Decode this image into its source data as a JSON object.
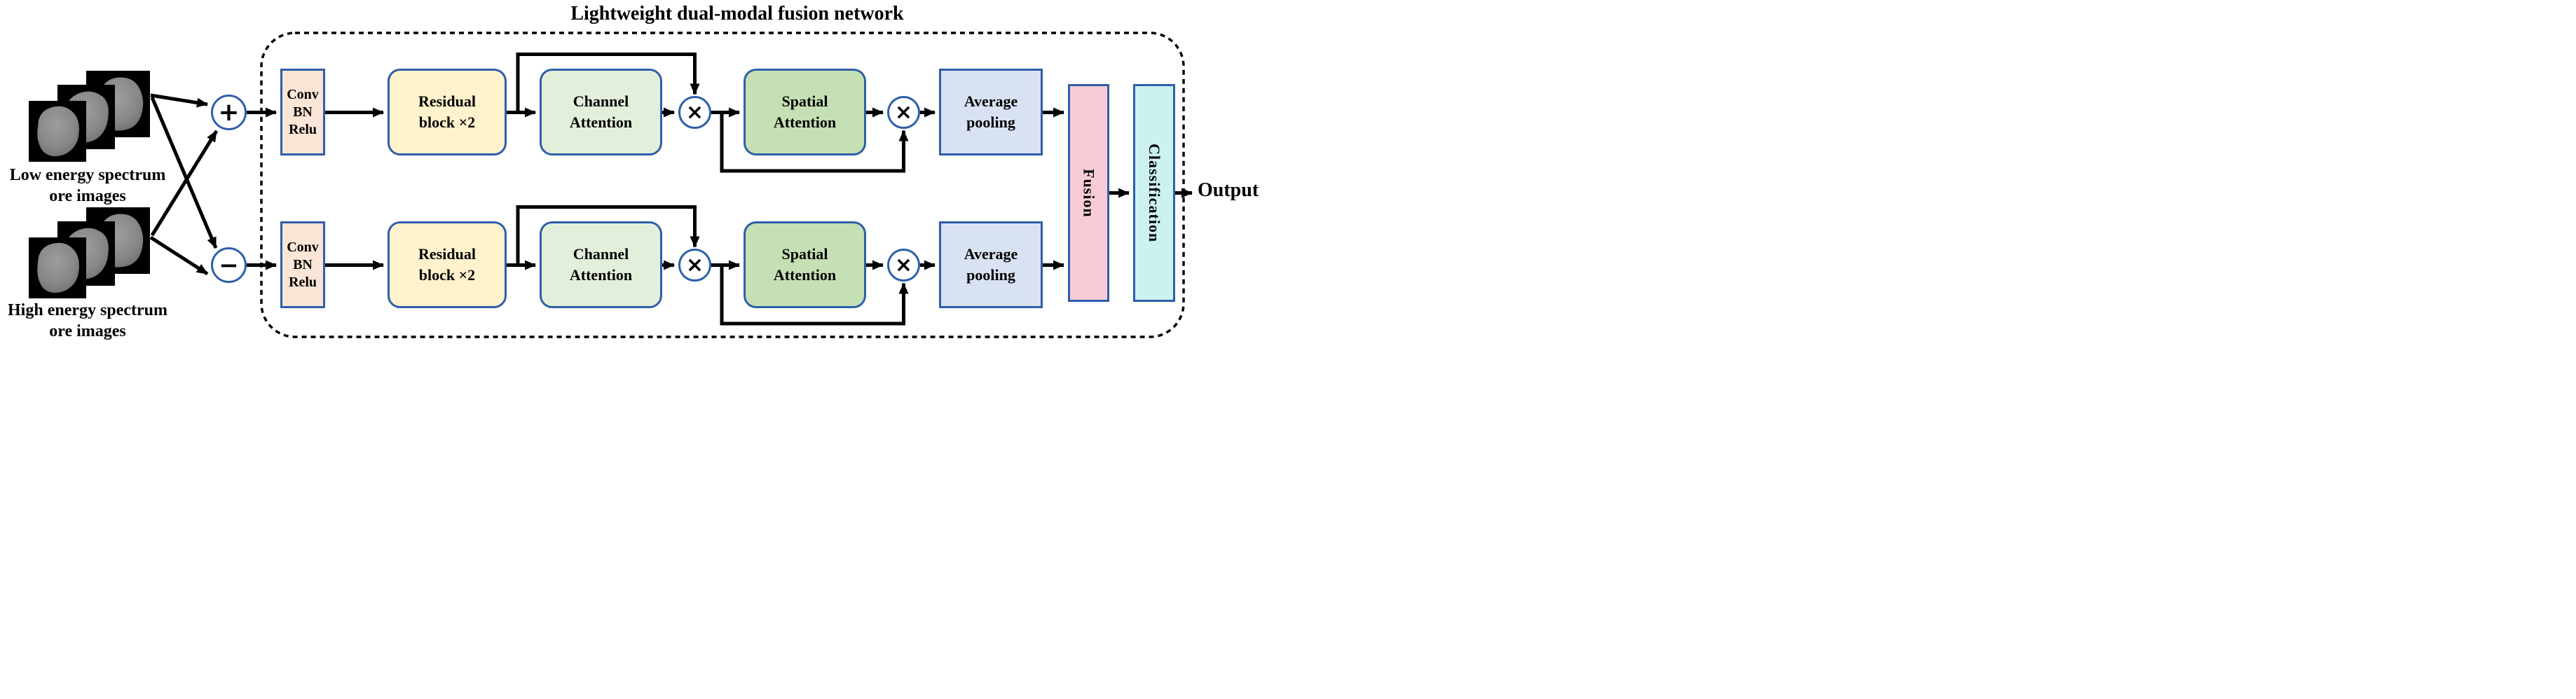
{
  "title": "Lightweight dual-modal fusion network",
  "inputs": {
    "low": {
      "label": [
        "Low energy spectrum",
        "ore images"
      ]
    },
    "high": {
      "label": [
        "High energy spectrum",
        "ore images"
      ]
    }
  },
  "operators": {
    "add": "+",
    "subtract": "−",
    "multiply": "×"
  },
  "blocks": {
    "conv": {
      "lines": [
        "Conv",
        "BN",
        "Relu"
      ]
    },
    "residual": {
      "lines": [
        "Residual",
        "block ×2"
      ]
    },
    "channel": {
      "lines": [
        "Channel",
        "Attention"
      ]
    },
    "spatial": {
      "lines": [
        "Spatial",
        "Attention"
      ]
    },
    "avgpool": {
      "lines": [
        "Average",
        "pooling"
      ]
    },
    "fusion": {
      "label": "Fusion"
    },
    "classification": {
      "label": "Classification"
    }
  },
  "output_label": "Output",
  "colors": {
    "conv-fill": "#FBE5D6",
    "residual-fill": "#FFF2CC",
    "channel-fill": "#E2EFDA",
    "spatial-fill": "#C5E0B4",
    "avgpool-fill": "#D9E2F3",
    "fusion-fill": "#F8CCD7",
    "classification-fill": "#CCF2F0",
    "node-border": "#2E5FA8",
    "line": "#000000"
  }
}
